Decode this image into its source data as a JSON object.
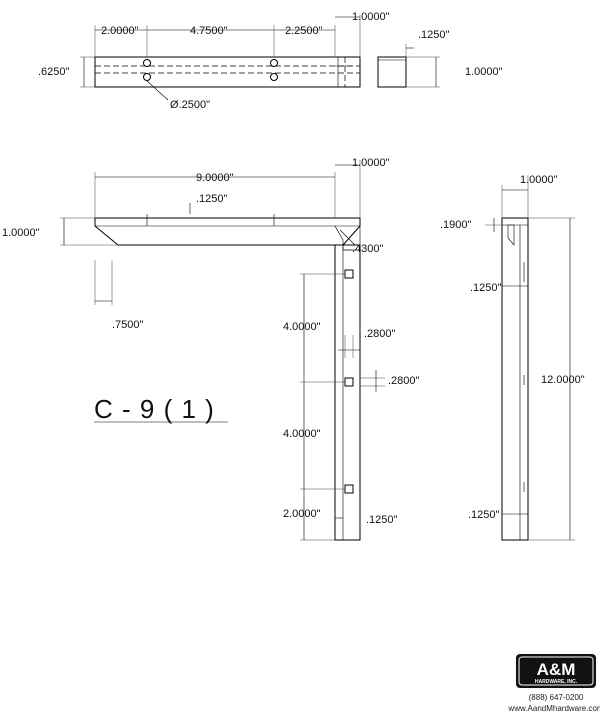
{
  "top_view": {
    "dims": {
      "d1": "2.0000\"",
      "d2": "4.7500\"",
      "d3": "2.2500\"",
      "d4": "1.0000\"",
      "height": ".6250\"",
      "hole": "Ø.2500\""
    }
  },
  "end_view_top": {
    "dims": {
      "thk": ".1250\"",
      "h": "1.0000\""
    }
  },
  "front_view": {
    "dims": {
      "length": "9.0000\"",
      "wall": "1.0000\"",
      "thk": ".1250\"",
      "height": "1.0000\"",
      "taper": ".7500\"",
      "gusset": ".4300\"",
      "slot_w": ".2800\"",
      "slot_h": ".2800\"",
      "space1": "4.0000\"",
      "space2": "4.0000\"",
      "bottom": "2.0000\"",
      "wall_thk": ".1250\""
    }
  },
  "side_view": {
    "dims": {
      "width": "1.0000\"",
      "lip": ".1900\"",
      "thk_top": ".1250\"",
      "height": "12.0000\"",
      "thk_bottom": ".1250\""
    }
  },
  "part_label": "C - 9 ( 1 )",
  "logo": {
    "name": "A&M",
    "tagline": "HARDWARE, INC.",
    "phone": "(888) 647-0200",
    "website": "www.AandMhardware.com"
  }
}
